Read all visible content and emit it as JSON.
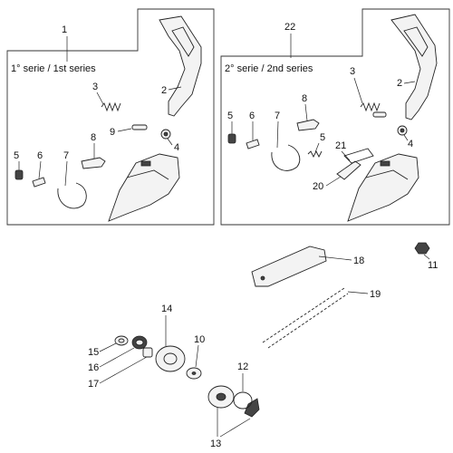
{
  "panel_left": {
    "title": "1° serie / 1st series",
    "callout": "1"
  },
  "panel_right": {
    "title": "2° serie / 2nd series",
    "callout": "22"
  },
  "labels": {
    "l_3": "3",
    "l_2": "2",
    "l_9": "9",
    "l_4": "4",
    "l_8": "8",
    "l_5": "5",
    "l_6": "6",
    "l_7": "7",
    "r_3": "3",
    "r_2": "2",
    "r_5": "5",
    "r_6": "6",
    "r_7": "7",
    "r_8": "8",
    "r_5b": "5",
    "r_21": "21",
    "r_4": "4",
    "r_20": "20",
    "p_18": "18",
    "p_19": "19",
    "p_11": "11",
    "p_14": "14",
    "p_10": "10",
    "p_12": "12",
    "p_15": "15",
    "p_16": "16",
    "p_17": "17",
    "p_13": "13"
  }
}
